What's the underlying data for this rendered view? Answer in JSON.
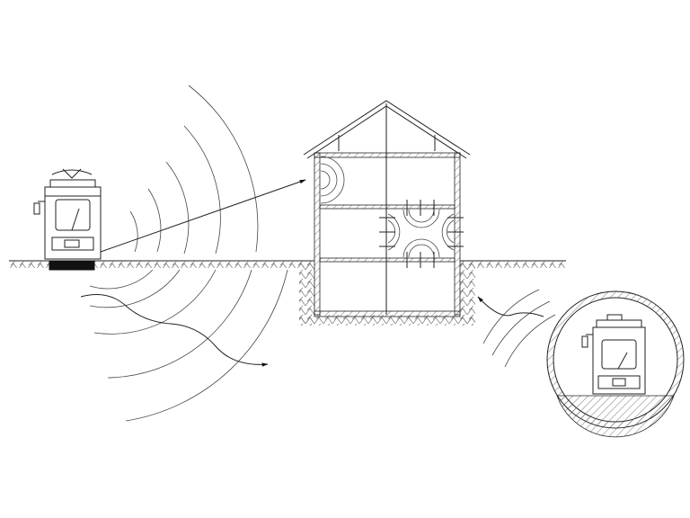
{
  "colors": {
    "line": "#222222",
    "background": "#ffffff",
    "ground_fill": "#111111"
  },
  "diagram": {
    "elements": [
      "tram-on-surface",
      "vibration-waves",
      "house-section",
      "tunnel-with-tram"
    ]
  }
}
